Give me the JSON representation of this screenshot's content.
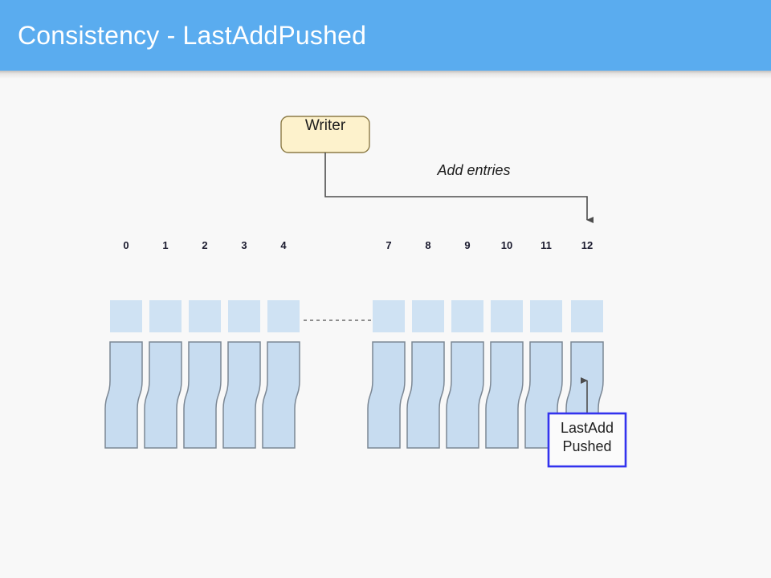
{
  "header": {
    "title": "Consistency - LastAddPushed",
    "background_color": "#5aacef",
    "text_color": "#ffffff"
  },
  "canvas": {
    "background_color": "#f8f8f8"
  },
  "diagram": {
    "writer": {
      "label": "Writer",
      "fill_color": "#fdf2cc",
      "border_color": "#8c7b46"
    },
    "arrow_label": "Add entries",
    "arrow_color": "#4d4d4d",
    "last_add_pushed": {
      "line1": "LastAdd",
      "line2": "Pushed",
      "border_color": "#3333ee",
      "fill_color": "#fbfbfb"
    },
    "entry_fill_color": "#c7dcf0",
    "entry_border_color": "#7b8794",
    "index_box_color": "#cfe2f3",
    "gap_connector": "dashed",
    "left_group": [
      {
        "index": "0"
      },
      {
        "index": "1"
      },
      {
        "index": "2"
      },
      {
        "index": "3"
      },
      {
        "index": "4"
      }
    ],
    "right_group": [
      {
        "index": "7"
      },
      {
        "index": "8"
      },
      {
        "index": "9"
      },
      {
        "index": "10"
      },
      {
        "index": "11"
      },
      {
        "index": "12"
      }
    ]
  }
}
